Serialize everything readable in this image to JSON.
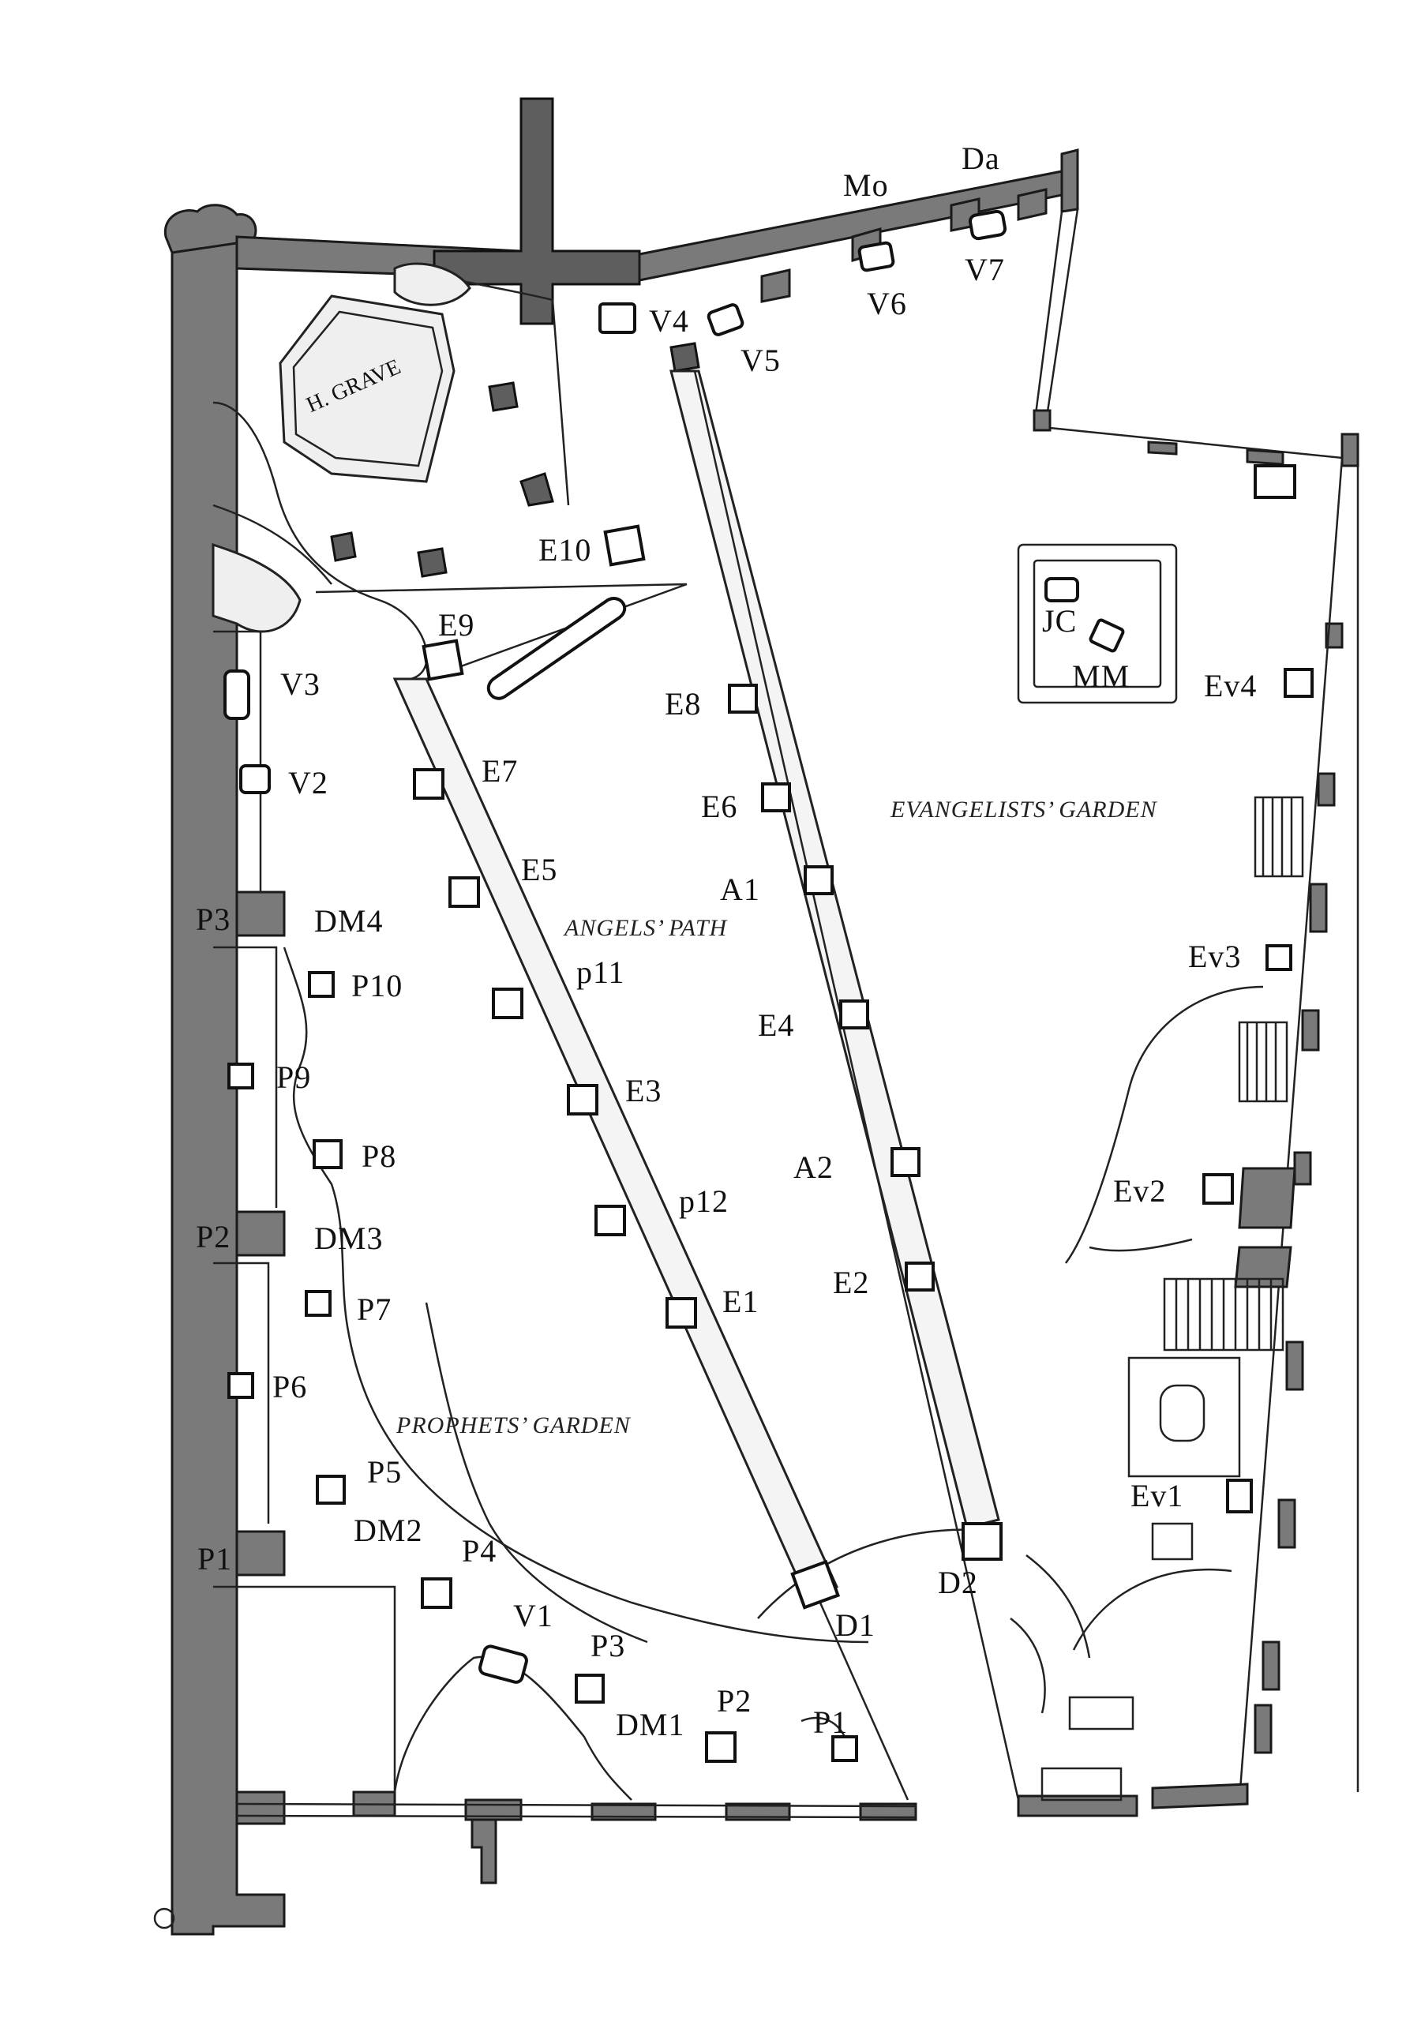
{
  "labels": {
    "h_grave": "H. GRAVE",
    "mo": "Mo",
    "da": "Da",
    "v1": "V1",
    "v2": "V2",
    "v3": "V3",
    "v4": "V4",
    "v5": "V5",
    "v6": "V6",
    "v7": "V7",
    "e1": "E1",
    "e2": "E2",
    "e3": "E3",
    "e4": "E4",
    "e5": "E5",
    "e6": "E6",
    "e7": "E7",
    "e8": "E8",
    "e9": "E9",
    "e10": "E10",
    "a1": "A1",
    "a2": "A2",
    "p1": "P1",
    "p2": "P2",
    "p3": "P3",
    "p4": "P4",
    "p5": "P5",
    "p6": "P6",
    "p7": "P7",
    "p8": "P8",
    "p9": "P9",
    "p10": "P10",
    "p11": "p11",
    "p12": "p12",
    "wp1": "P1",
    "wp2": "P2",
    "wp3": "P3",
    "dm1": "DM1",
    "dm2": "DM2",
    "dm3": "DM3",
    "dm4": "DM4",
    "d1": "D1",
    "d2": "D2",
    "jc": "JC",
    "mm": "MM",
    "ev1": "Ev1",
    "ev2": "Ev2",
    "ev3": "Ev3",
    "ev4": "Ev4",
    "evangelists_garden": "EVANGELISTS’ GARDEN",
    "angels_path": "ANGELS’ PATH",
    "prophets_garden": "PROPHETS’ GARDEN"
  }
}
